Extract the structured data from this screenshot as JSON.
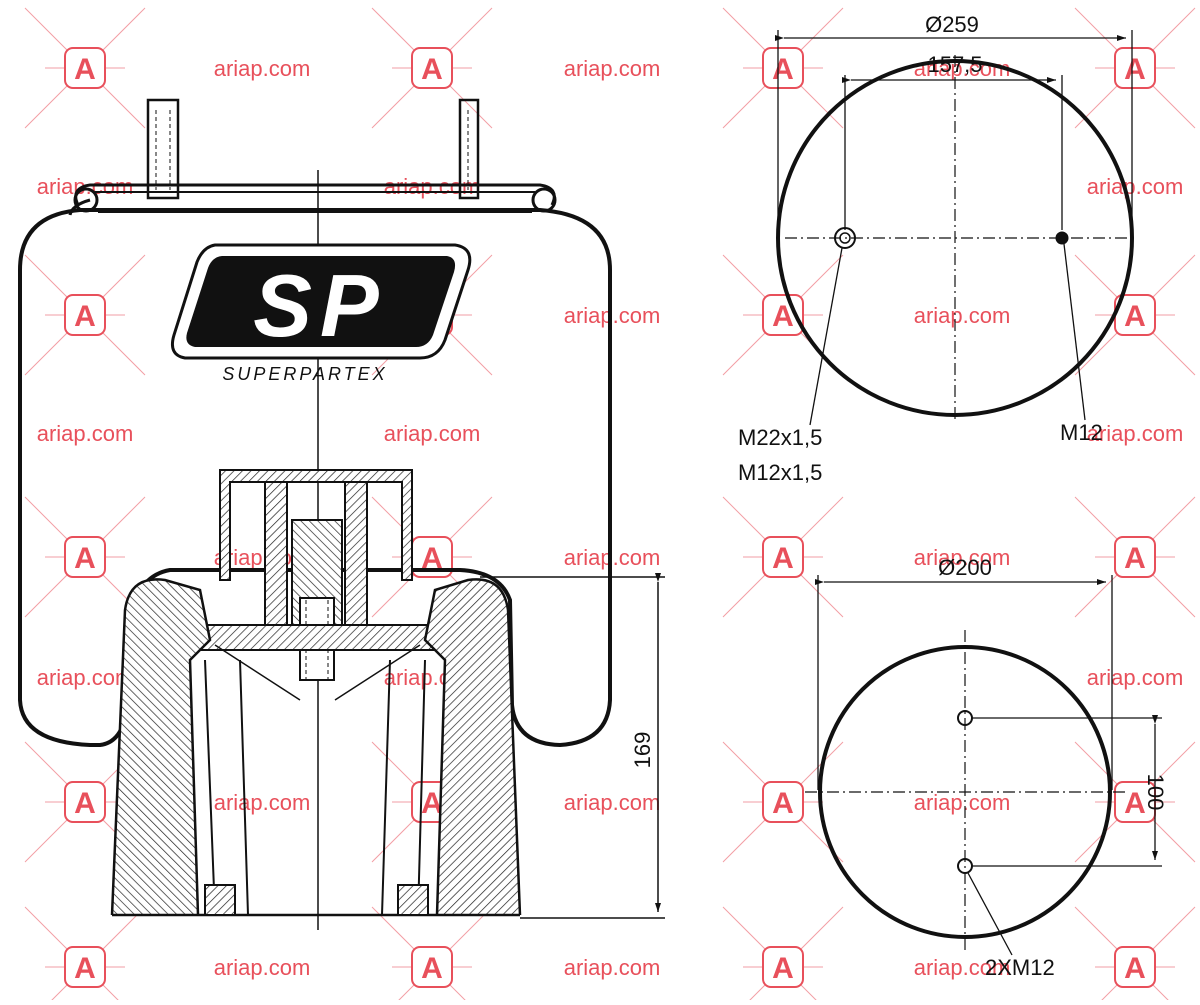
{
  "brand": {
    "logo_letters": "SP",
    "logo_sub": "SUPERPARTEX"
  },
  "watermark": {
    "text": "ariap.com",
    "badge_letter": "A",
    "color": "#e8505b"
  },
  "side_view": {
    "height_dim": "169"
  },
  "top_plate": {
    "outer_diameter": "Ø259",
    "bolt_spacing": "157,5",
    "thread_left_1": "M22x1,5",
    "thread_left_2": "M12x1,5",
    "thread_right": "M12"
  },
  "bottom_plate": {
    "diameter": "Ø200",
    "bolt_spacing": "100",
    "bolts": "2XM12"
  }
}
